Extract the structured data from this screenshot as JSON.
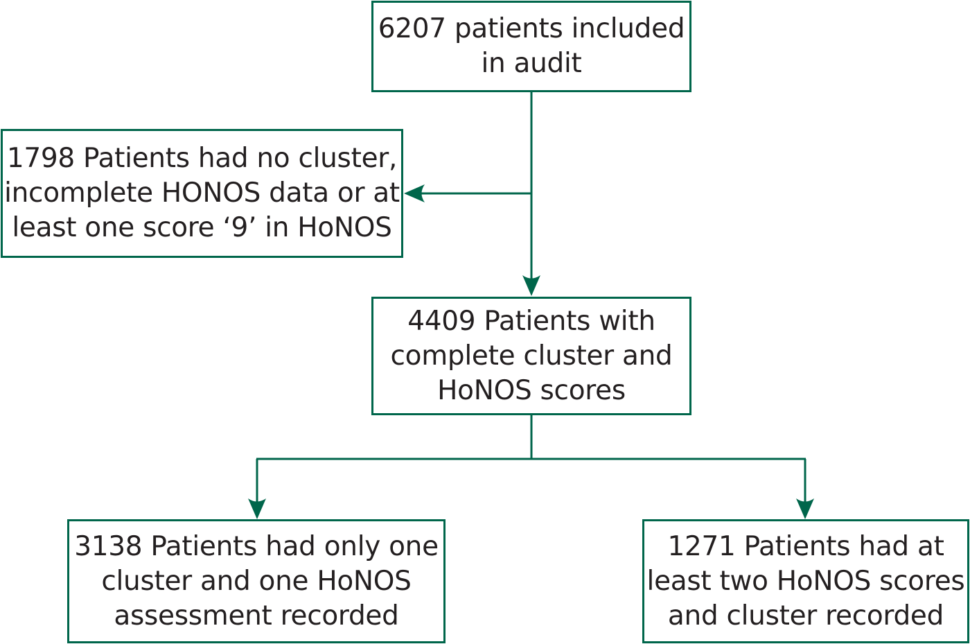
{
  "colors": {
    "accent": "#00664b",
    "text": "#231f20",
    "background": "#ffffff"
  },
  "flowchart": {
    "audit_box": {
      "text": "6207 patients included\nin audit"
    },
    "excluded_box": {
      "text": "1798 Patients had no cluster,\nincomplete HONOS data or at\nleast one score ‘9’ in HoNOS"
    },
    "complete_box": {
      "text": "4409 Patients with\ncomplete cluster and\nHoNOS scores"
    },
    "single_box": {
      "text": "3138 Patients had only one\ncluster and one HoNOS\nassessment recorded"
    },
    "multiple_box": {
      "text": "1271 Patients had at\nleast two HoNOS scores\nand cluster recorded"
    }
  }
}
